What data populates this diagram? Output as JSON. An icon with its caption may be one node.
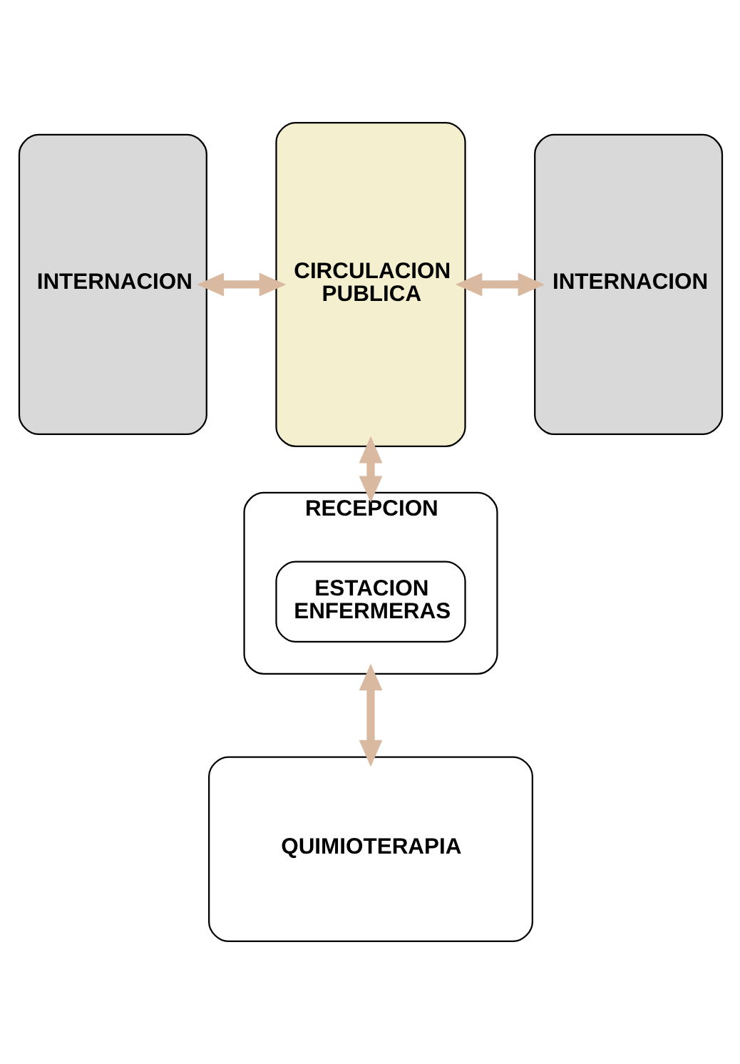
{
  "diagram": {
    "nodes": [
      {
        "text": [
          "INTERNACION"
        ]
      },
      {
        "text": [
          "CIRCULACION PUBLICA"
        ]
      },
      {
        "text": [
          "INTERNACION"
        ]
      },
      {
        "text": [
          "RECEPCION"
        ]
      },
      {
        "text": [
          "ESTACION ENFERMERAS"
        ],
        "in": 3
      },
      {
        "text": [
          "QUIMIOTERAPIA"
        ]
      }
    ],
    "edges": [
      {
        "from": 0,
        "to": 1,
        "arrow": "both"
      },
      {
        "from": 1,
        "to": 2,
        "arrow": "both"
      },
      {
        "from": 1,
        "to": 3,
        "arrow": "both"
      },
      {
        "from": 3,
        "to": 5,
        "arrow": "both"
      }
    ]
  }
}
